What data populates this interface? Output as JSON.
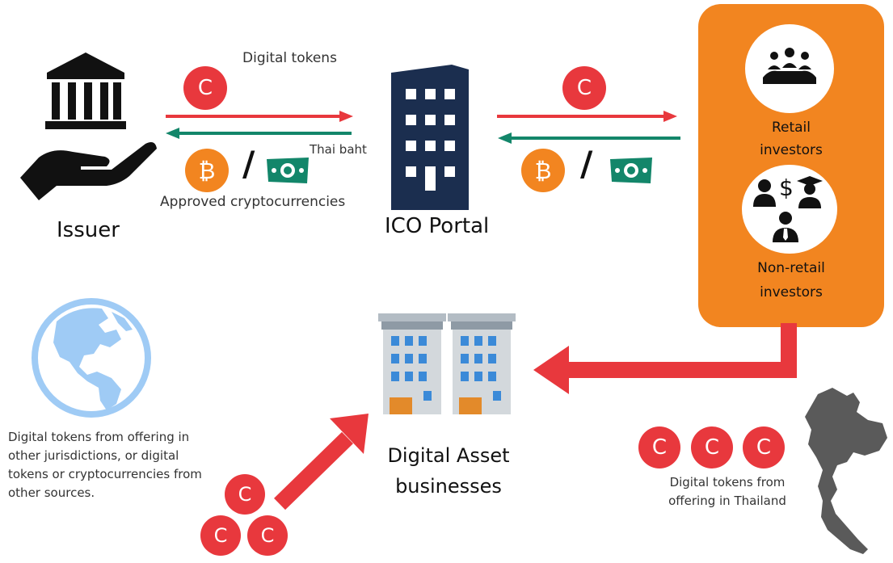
{
  "issuer": {
    "label": "Issuer"
  },
  "flow_top": {
    "tokens_label": "Digital tokens",
    "baht_label": "Thai baht",
    "crypto_label": "Approved cryptocurrencies",
    "slash": "/"
  },
  "portal": {
    "label": "ICO Portal"
  },
  "investors": {
    "retail_line1": "Retail",
    "retail_line2": "investors",
    "nonretail_line1": "Non-retail",
    "nonretail_line2": "investors",
    "dollar_sign": "$"
  },
  "coin_symbols": {
    "token": "C",
    "bitcoin": "₿"
  },
  "dab": {
    "line1": "Digital Asset",
    "line2": "businesses"
  },
  "global": {
    "lines": [
      "Digital tokens from offering in",
      "other jurisdictions, or digital",
      "tokens or cryptocurrencies from",
      "other sources."
    ]
  },
  "thailand": {
    "line1": "Digital tokens from",
    "line2": "offering in Thailand"
  },
  "colors": {
    "red": "#e8383d",
    "green": "#13866a",
    "orange": "#f28520",
    "navy": "#1b2e4f",
    "globe": "#9fcbf5"
  }
}
